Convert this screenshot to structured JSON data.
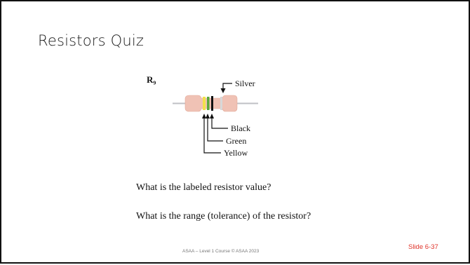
{
  "slide": {
    "title": "Resistors Quiz",
    "figure": {
      "label": "R₉",
      "bands": [
        {
          "name": "Yellow",
          "color": "#f2e14a"
        },
        {
          "name": "Green",
          "color": "#5aa83c"
        },
        {
          "name": "Black",
          "color": "#111111"
        },
        {
          "name": "Silver",
          "color": "#d8d8d8"
        }
      ],
      "callouts": {
        "silver": "Silver",
        "black": "Black",
        "green": "Green",
        "yellow": "Yellow"
      }
    },
    "questions": [
      "What is the labeled resistor value?",
      "What is the range (tolerance) of the resistor?"
    ],
    "footer": "ASAA – Level 1 Course © ASAA 2023",
    "slide_number": "Slide 6-37",
    "colors": {
      "slide_number": "#e0342b",
      "resistor_body": "#f0c2b5",
      "lead_wire": "#bfc0c4"
    }
  }
}
